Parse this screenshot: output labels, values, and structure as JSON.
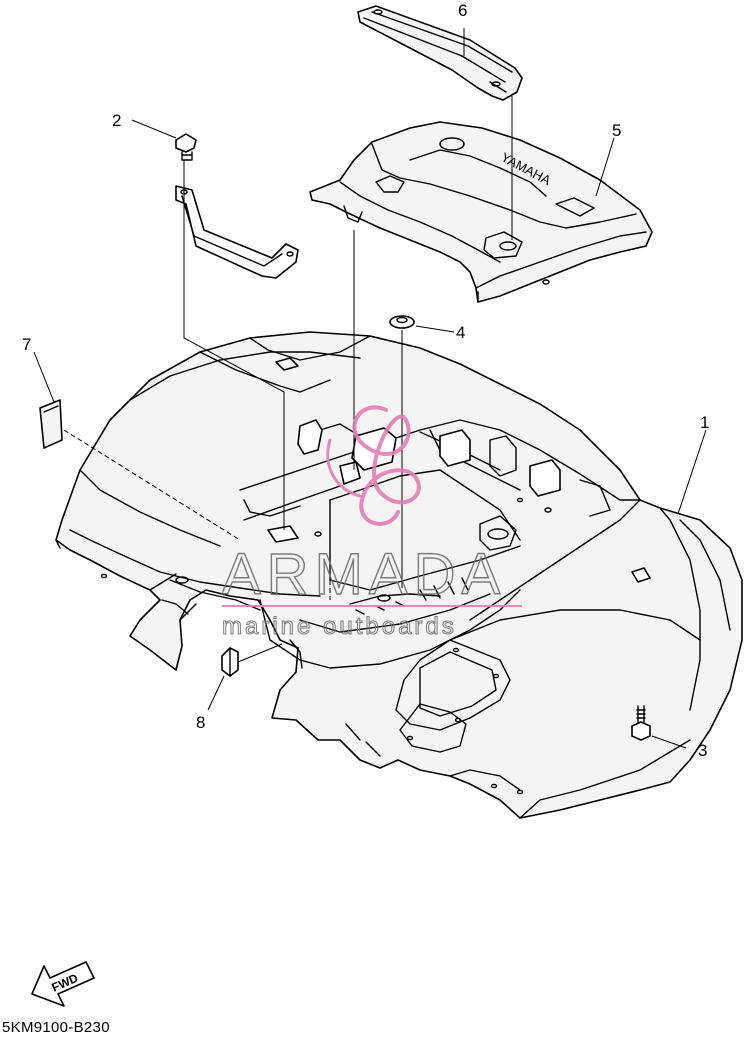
{
  "diagram": {
    "callouts": [
      "1",
      "2",
      "3",
      "4",
      "5",
      "6",
      "7",
      "8"
    ],
    "emboss_text": "YAMAHA",
    "fwd_label": "FWD",
    "figure_code": "5KM9100-B230"
  },
  "watermark": {
    "brand": "ARMADA",
    "tagline": "marine outboards",
    "accent_color": "#e07fb5",
    "text_color": "#6e6e6e"
  },
  "colors": {
    "line": "#000000",
    "background": "#ffffff",
    "part_fill": "#f4f4f4"
  }
}
